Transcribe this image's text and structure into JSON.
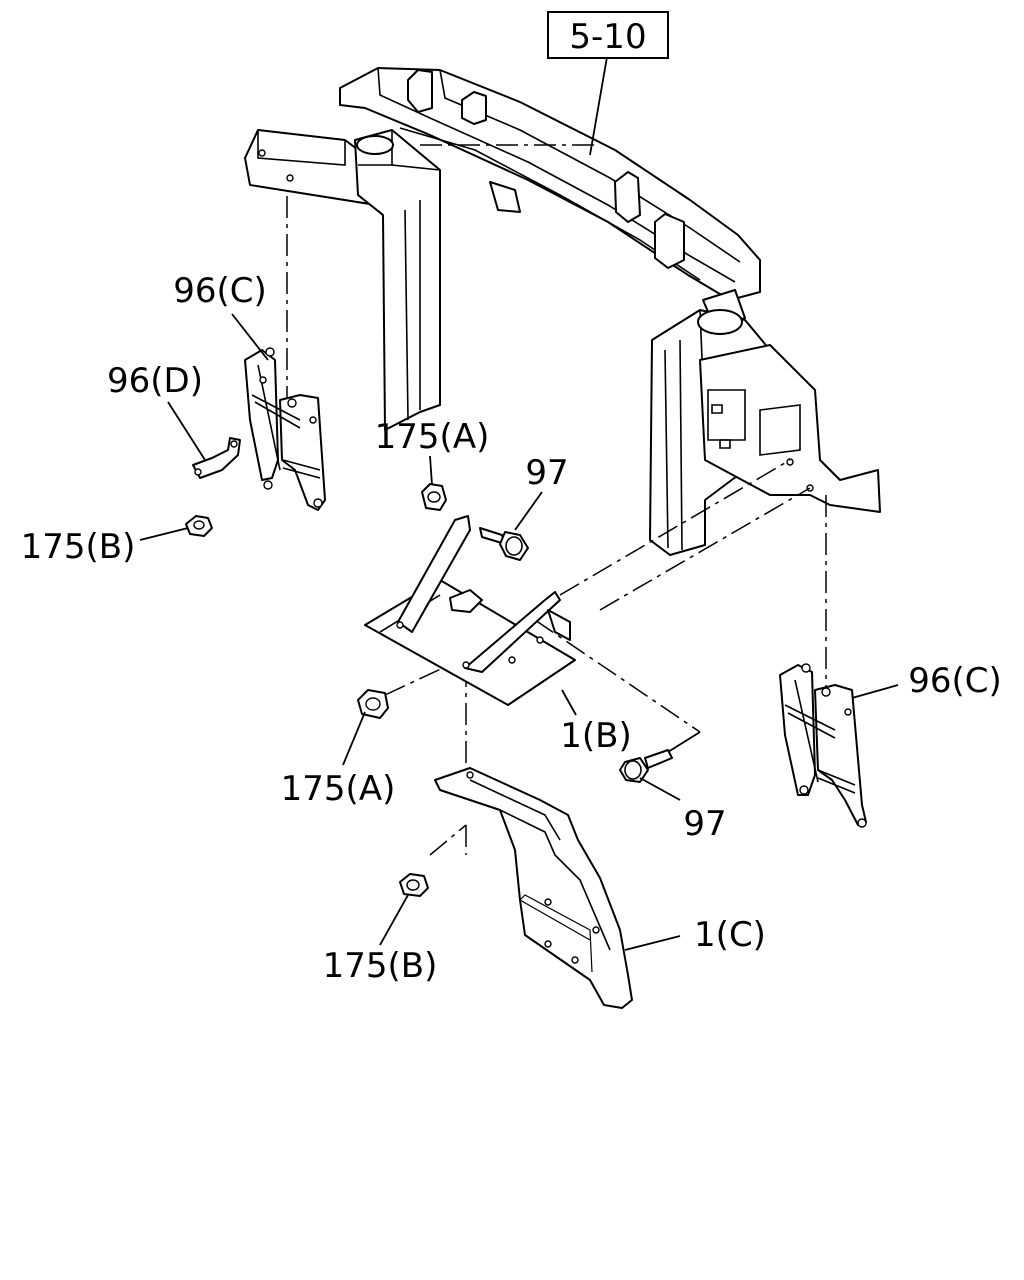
{
  "labels": {
    "ref_box": "5-10",
    "c96_top": "96(C)",
    "d96": "96(D)",
    "b175_left": "175(B)",
    "a175_top": "175(A)",
    "p97_top": "97",
    "c96_right": "96(C)",
    "b1": "1(B)",
    "a175_mid": "175(A)",
    "p97_bottom": "97",
    "c1": "1(C)",
    "b175_bottom": "175(B)"
  }
}
